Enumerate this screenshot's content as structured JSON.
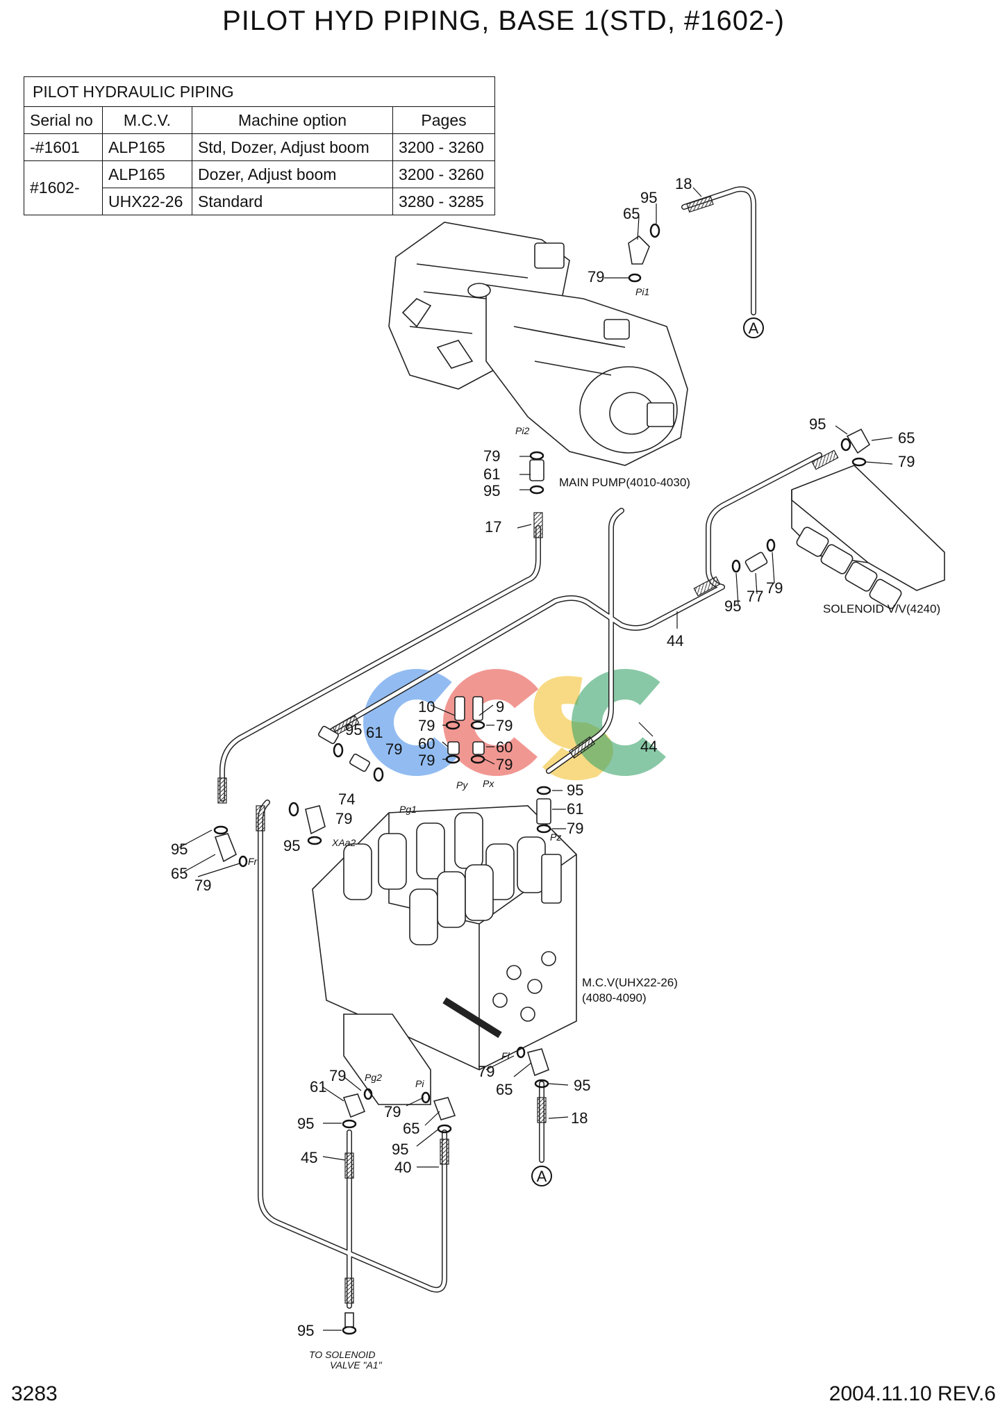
{
  "title": "PILOT HYD PIPING, BASE 1(STD,  #1602-)",
  "table": {
    "caption": "PILOT HYDRAULIC PIPING",
    "headers": [
      "Serial no",
      "M.C.V.",
      "Machine option",
      "Pages"
    ],
    "rows": [
      {
        "serial": "-#1601",
        "mcv": "ALP165",
        "option": "Std, Dozer, Adjust boom",
        "pages": "3200 - 3260"
      },
      {
        "serial": "#1602-",
        "mcv": "ALP165",
        "option": "Dozer, Adjust boom",
        "pages": "3200 - 3260"
      },
      {
        "serial": "",
        "mcv": "UHX22-26",
        "option": "Standard",
        "pages": "3280 - 3285"
      }
    ]
  },
  "components": {
    "main_pump": "MAIN PUMP(4010-4030)",
    "solenoid": "SOLENOID V/V(4240)",
    "mcv_line1": "M.C.V(UHX22-26)",
    "mcv_line2": "(4080-4090)",
    "to_solenoid_line1": "TO  SOLENOID",
    "to_solenoid_line2": "VALVE \"A1\""
  },
  "connector_marker": "A",
  "ports": {
    "pi1": "Pi1",
    "pi2": "Pi2",
    "pg1": "Pg1",
    "py": "Py",
    "px": "Px",
    "xaa2": "XAa2",
    "pz": "Pz",
    "fl": "Fl",
    "pg2": "Pg2",
    "pi": "Pi",
    "fr": "Fr"
  },
  "part_labels": [
    {
      "id": "18-top",
      "text": "18"
    },
    {
      "id": "95-top",
      "text": "95"
    },
    {
      "id": "65-top",
      "text": "65"
    },
    {
      "id": "79-top",
      "text": "79"
    },
    {
      "id": "79-pump",
      "text": "79"
    },
    {
      "id": "61-pump",
      "text": "61"
    },
    {
      "id": "95-pump",
      "text": "95"
    },
    {
      "id": "17",
      "text": "17"
    },
    {
      "id": "95-sol",
      "text": "95"
    },
    {
      "id": "65-sol",
      "text": "65"
    },
    {
      "id": "79-sol",
      "text": "79"
    },
    {
      "id": "95-sol2",
      "text": "95"
    },
    {
      "id": "77",
      "text": "77"
    },
    {
      "id": "79-sol2",
      "text": "79"
    },
    {
      "id": "44-a",
      "text": "44"
    },
    {
      "id": "44-b",
      "text": "44"
    },
    {
      "id": "10",
      "text": "10"
    },
    {
      "id": "9",
      "text": "9"
    },
    {
      "id": "79-c1",
      "text": "79"
    },
    {
      "id": "79-c2",
      "text": "79"
    },
    {
      "id": "60-a",
      "text": "60"
    },
    {
      "id": "60-b",
      "text": "60"
    },
    {
      "id": "79-c3",
      "text": "79"
    },
    {
      "id": "79-c4",
      "text": "79"
    },
    {
      "id": "95-m1",
      "text": "95"
    },
    {
      "id": "61-m1",
      "text": "61"
    },
    {
      "id": "79-m1",
      "text": "79"
    },
    {
      "id": "74",
      "text": "74"
    },
    {
      "id": "79-m2",
      "text": "79"
    },
    {
      "id": "95-m2",
      "text": "95"
    },
    {
      "id": "95-r1",
      "text": "95"
    },
    {
      "id": "61-r1",
      "text": "61"
    },
    {
      "id": "79-r1",
      "text": "79"
    },
    {
      "id": "95-l1",
      "text": "95"
    },
    {
      "id": "65-l1",
      "text": "65"
    },
    {
      "id": "79-l1",
      "text": "79"
    },
    {
      "id": "79-b1",
      "text": "79"
    },
    {
      "id": "65-b1",
      "text": "65"
    },
    {
      "id": "95-b1",
      "text": "95"
    },
    {
      "id": "18-b",
      "text": "18"
    },
    {
      "id": "61-b2",
      "text": "61"
    },
    {
      "id": "79-b2",
      "text": "79"
    },
    {
      "id": "95-b2",
      "text": "95"
    },
    {
      "id": "45",
      "text": "45"
    },
    {
      "id": "79-b3",
      "text": "79"
    },
    {
      "id": "65-b3",
      "text": "65"
    },
    {
      "id": "95-b3",
      "text": "95"
    },
    {
      "id": "40",
      "text": "40"
    },
    {
      "id": "95-bottom",
      "text": "95"
    }
  ],
  "watermark": "CGSC",
  "watermark_colors": [
    "#4a8fe8",
    "#e8524a",
    "#f2c230",
    "#3aa36a"
  ],
  "footer": {
    "page": "3283",
    "revision": "2004.11.10  REV.6"
  }
}
